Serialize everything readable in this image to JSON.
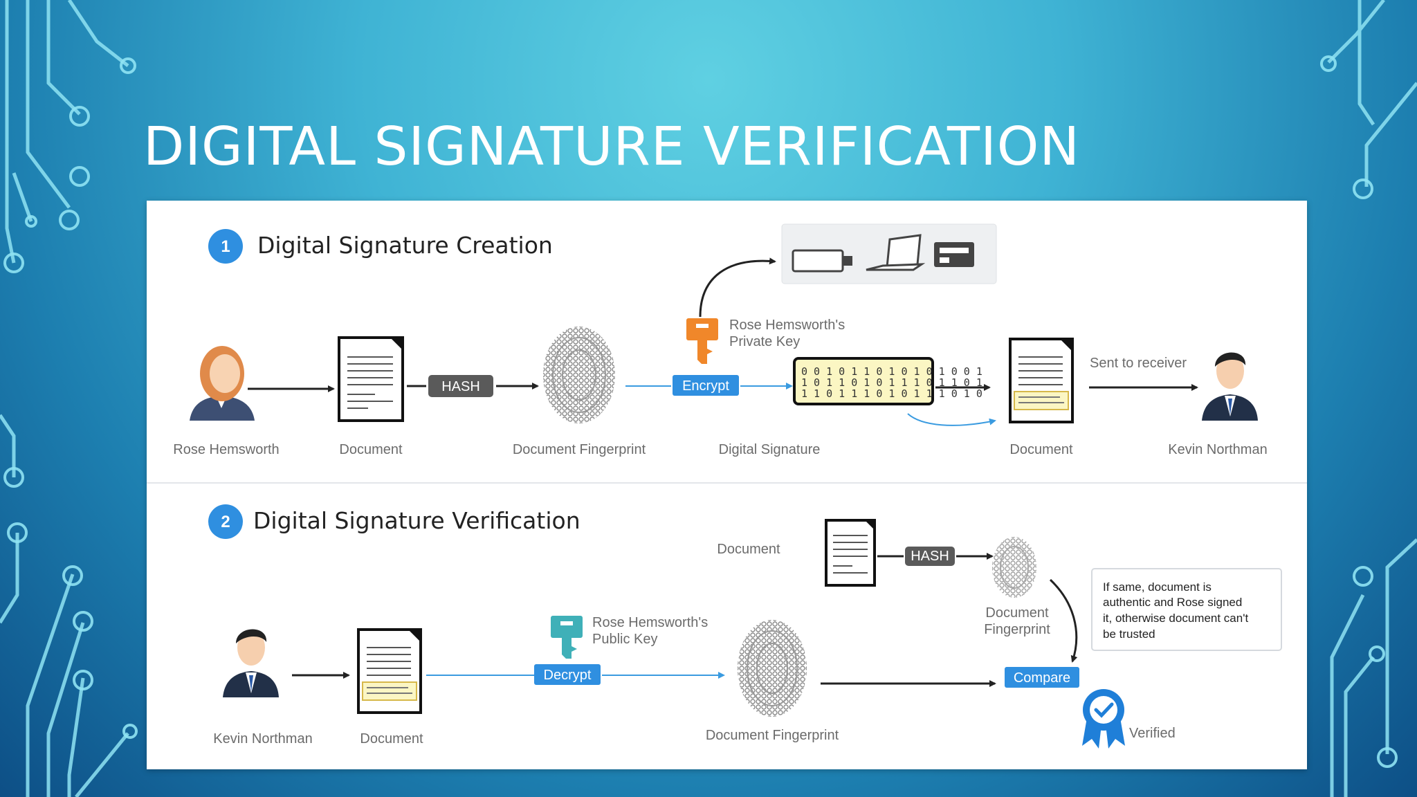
{
  "slide_title": "DIGITAL SIGNATURE VERIFICATION",
  "creation": {
    "number": "1",
    "title": "Digital Signature Creation",
    "sender_label": "Rose Hemsworth",
    "document_label": "Document",
    "hash_label": "HASH",
    "fingerprint_label": "Document Fingerprint",
    "key_label_line1": "Rose Hemsworth's",
    "key_label_line2": "Private Key",
    "encrypt_label": "Encrypt",
    "signature_label": "Digital Signature",
    "signed_document_label": "Document",
    "sent_label": "Sent to receiver",
    "receiver_label": "Kevin Northman"
  },
  "verification": {
    "number": "2",
    "title": "Digital Signature Verification",
    "receiver_label": "Kevin Northman",
    "document_label": "Document",
    "key_label_line1": "Rose Hemsworth's",
    "key_label_line2": "Public Key",
    "decrypt_label": "Decrypt",
    "fingerprint_label": "Document Fingerprint",
    "top_document_label": "Document",
    "hash_label": "HASH",
    "top_fingerprint_line1": "Document",
    "top_fingerprint_line2": "Fingerprint",
    "compare_label": "Compare",
    "verified_label": "Verified",
    "note_lines": [
      "If same, document is",
      "authentic and Rose signed",
      "it, otherwise document can't",
      "be trusted"
    ]
  },
  "colors": {
    "accent_blue": "#2f8fe0",
    "hash_tag": "#5a5a5a",
    "private_key": "#f0872a",
    "public_key": "#3fb0b8",
    "signature_fill": "#fbf6c3"
  }
}
